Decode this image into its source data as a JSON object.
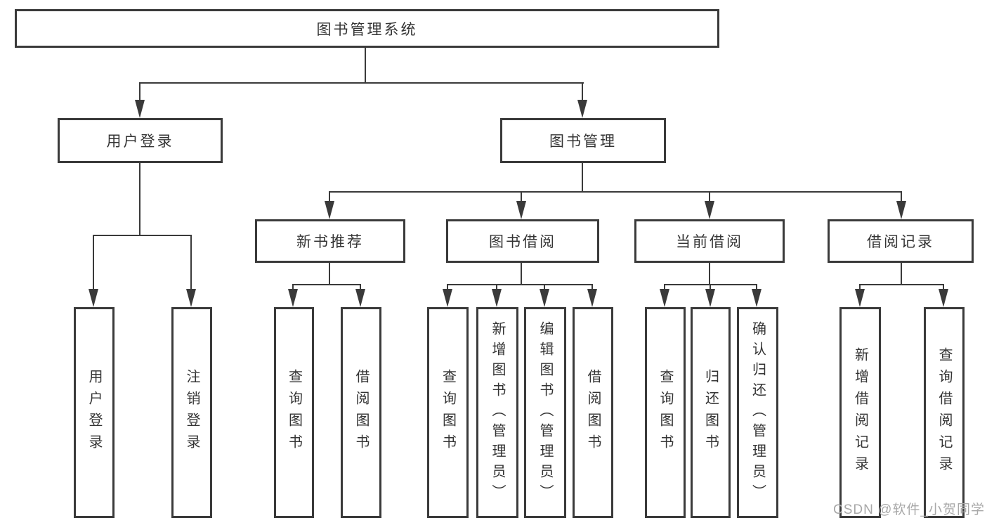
{
  "diagram_title": "图书管理系统",
  "colors": {
    "line": "#3a3a3a",
    "text": "#343434",
    "background": "#ffffff",
    "watermark": "#a8a8a8"
  },
  "tree": {
    "label": "图书管理系统",
    "children": [
      {
        "label": "用户登录",
        "children": [
          {
            "label": "用户登录"
          },
          {
            "label": "注销登录"
          }
        ]
      },
      {
        "label": "图书管理",
        "children": [
          {
            "label": "新书推荐",
            "children": [
              {
                "label": "查询图书"
              },
              {
                "label": "借阅图书"
              }
            ]
          },
          {
            "label": "图书借阅",
            "children": [
              {
                "label": "查询图书"
              },
              {
                "label": "新增图书（管理员）"
              },
              {
                "label": "编辑图书（管理员）"
              },
              {
                "label": "借阅图书"
              }
            ]
          },
          {
            "label": "当前借阅",
            "children": [
              {
                "label": "查询图书"
              },
              {
                "label": "归还图书"
              },
              {
                "label": "确认归还（管理员）"
              }
            ]
          },
          {
            "label": "借阅记录",
            "children": [
              {
                "label": "新增借阅记录"
              },
              {
                "label": "查询借阅记录"
              }
            ]
          }
        ]
      }
    ]
  },
  "watermark": {
    "text": "CSDN @软件_小贺同学"
  }
}
